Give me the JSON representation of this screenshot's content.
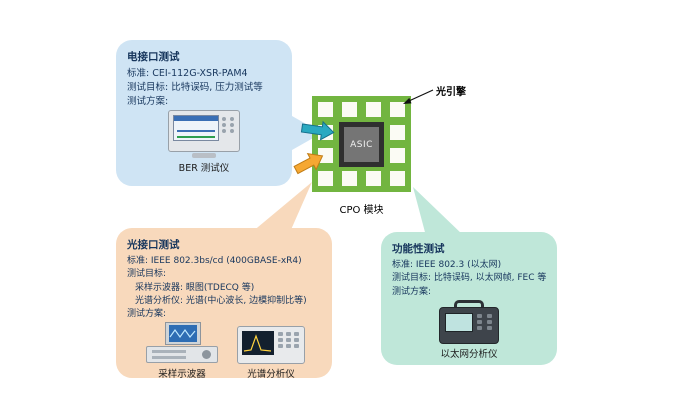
{
  "electrical": {
    "title": "电接口测试",
    "standard": "标准: CEI-112G-XSR-PAM4",
    "target": "测试目标: 比特误码, 压力测试等",
    "plan": "测试方案:",
    "instrument_label": "BER 测试仪"
  },
  "optical": {
    "title": "光接口测试",
    "standard": "标准: IEEE 802.3bs/cd (400GBASE-xR4)",
    "target": "测试目标:",
    "target_detail1": "采样示波器: 眼图(TDECQ 等)",
    "target_detail2": "光谱分析仪: 光谱(中心波长, 边模抑制比等)",
    "plan": "测试方案:",
    "instrument1_label": "采样示波器",
    "instrument2_label": "光谱分析仪"
  },
  "functional": {
    "title": "功能性测试",
    "standard": "标准: IEEE 802.3 (以太网)",
    "target": "测试目标: 比特误码, 以太网帧, FEC 等",
    "plan": "测试方案:",
    "instrument_label": "以太网分析仪"
  },
  "module": {
    "asic": "ASIC",
    "label": "CPO 模块",
    "engine": "光引擎"
  },
  "colors": {
    "electrical_fill": "#cfe4f4",
    "optical_fill": "#f8d9bc",
    "functional_fill": "#bfe7d9",
    "module_green": "#72b540",
    "asic_dark": "#2f2f2f",
    "asic_inner": "#757575",
    "electrical_arrow": "#2aa9c1",
    "optical_arrow": "#f6a833",
    "text_navy": "#17365d"
  }
}
